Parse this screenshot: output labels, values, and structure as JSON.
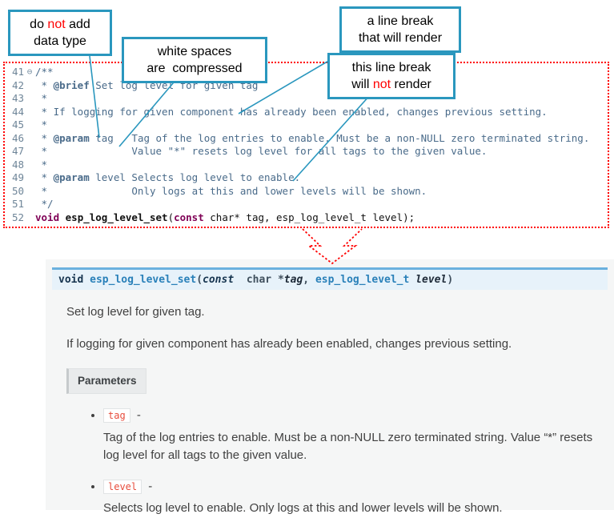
{
  "colors": {
    "callout_border": "#2a97be",
    "highlight_red": "#ff0000",
    "keyword": "#7f0055",
    "comment": "#4a6b8a",
    "sig_bg": "#e7f2fa",
    "sig_border": "#6ab0de",
    "link_blue": "#2980b9",
    "badge_red": "#e74c3c",
    "panel_bg": "#f5f6f6"
  },
  "callouts": [
    {
      "name": "no-datatype",
      "lines": [
        {
          "pre": "do ",
          "red": "not",
          "post": " add"
        },
        {
          "pre": "data type",
          "red": "",
          "post": ""
        }
      ]
    },
    {
      "name": "whitespace-compressed",
      "lines": [
        {
          "pre": "white spaces",
          "red": "",
          "post": ""
        },
        {
          "pre": "are  compressed",
          "red": "",
          "post": ""
        }
      ]
    },
    {
      "name": "linebreak-renders",
      "lines": [
        {
          "pre": "a line break",
          "red": "",
          "post": ""
        },
        {
          "pre": "that will render",
          "red": "",
          "post": ""
        }
      ]
    },
    {
      "name": "linebreak-not-render",
      "lines": [
        {
          "pre": "this line break",
          "red": "",
          "post": ""
        },
        {
          "pre": "will ",
          "red": "not",
          "post": " render"
        }
      ]
    }
  ],
  "editor": {
    "lines": [
      {
        "num": "41",
        "fold": "⊖",
        "segs": [
          {
            "t": "/**",
            "c": "cm"
          }
        ]
      },
      {
        "num": "42",
        "fold": "",
        "segs": [
          {
            "t": " * ",
            "c": "cm"
          },
          {
            "t": "@brief",
            "c": "cmb"
          },
          {
            "t": " Set log level for given tag",
            "c": "cm"
          }
        ]
      },
      {
        "num": "43",
        "fold": "",
        "segs": [
          {
            "t": " *",
            "c": "cm"
          }
        ]
      },
      {
        "num": "44",
        "fold": "",
        "segs": [
          {
            "t": " * If logging for given component has already been enabled, changes previous setting.",
            "c": "cm"
          }
        ]
      },
      {
        "num": "45",
        "fold": "",
        "segs": [
          {
            "t": " *",
            "c": "cm"
          }
        ]
      },
      {
        "num": "46",
        "fold": "",
        "segs": [
          {
            "t": " * ",
            "c": "cm"
          },
          {
            "t": "@param",
            "c": "cmb"
          },
          {
            "t": " tag   Tag of the log entries to enable. Must be a non-NULL zero terminated string.",
            "c": "cm"
          }
        ]
      },
      {
        "num": "47",
        "fold": "",
        "segs": [
          {
            "t": " *              Value \"*\" resets log level for all tags to the given value.",
            "c": "cm"
          }
        ]
      },
      {
        "num": "48",
        "fold": "",
        "segs": [
          {
            "t": " *",
            "c": "cm"
          }
        ]
      },
      {
        "num": "49",
        "fold": "",
        "segs": [
          {
            "t": " * ",
            "c": "cm"
          },
          {
            "t": "@param",
            "c": "cmb"
          },
          {
            "t": " level Selects log level to enable.",
            "c": "cm"
          }
        ]
      },
      {
        "num": "50",
        "fold": "",
        "segs": [
          {
            "t": " *              Only logs at this and lower levels will be shown.",
            "c": "cm"
          }
        ]
      },
      {
        "num": "51",
        "fold": "",
        "segs": [
          {
            "t": " */",
            "c": "cm"
          }
        ]
      },
      {
        "num": "52",
        "fold": "",
        "segs": [
          {
            "t": "void",
            "c": "kw"
          },
          {
            "t": " ",
            "c": "pl"
          },
          {
            "t": "esp_log_level_set",
            "c": "fn"
          },
          {
            "t": "(",
            "c": "pl"
          },
          {
            "t": "const",
            "c": "kw"
          },
          {
            "t": " char* tag, esp_log_level_t level);",
            "c": "pl"
          }
        ]
      }
    ]
  },
  "doc": {
    "signature": [
      {
        "t": "void",
        "c": "kw"
      },
      {
        "t": " ",
        "c": "pl"
      },
      {
        "t": "esp_log_level_set",
        "c": "name"
      },
      {
        "t": "(",
        "c": "pl"
      },
      {
        "t": "const",
        "c": "kwi"
      },
      {
        "t": "  char *",
        "c": "pl"
      },
      {
        "t": "tag",
        "c": "param"
      },
      {
        "t": ", ",
        "c": "pl"
      },
      {
        "t": "esp_log_level_t",
        "c": "type"
      },
      {
        "t": " ",
        "c": "pl"
      },
      {
        "t": "level",
        "c": "param"
      },
      {
        "t": ")",
        "c": "pl"
      }
    ],
    "p1": "Set log level for given tag.",
    "p2": "If logging for given component has already been enabled, changes previous setting.",
    "params_label": "Parameters",
    "params": [
      {
        "name": "tag",
        "dash": " -",
        "desc": "Tag of the log entries to enable. Must be a non-NULL zero terminated string. Value “*” resets log level for all tags to the given value."
      },
      {
        "name": "level",
        "dash": " -",
        "desc": "Selects log level to enable. Only logs at this and lower levels will be shown."
      }
    ]
  }
}
